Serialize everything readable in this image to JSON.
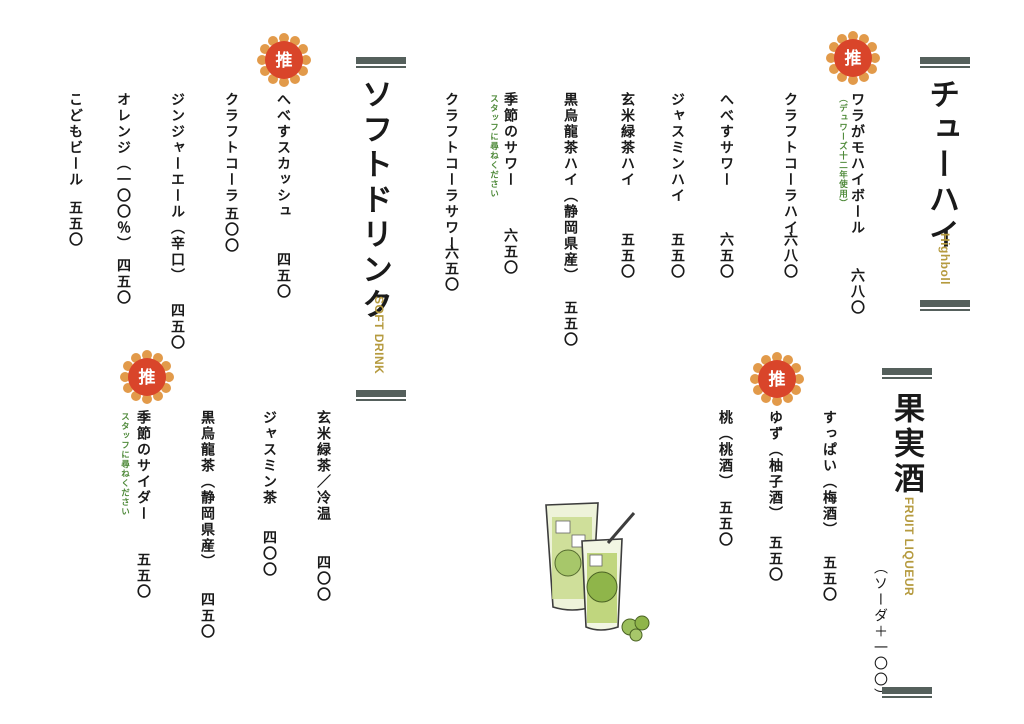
{
  "sections": {
    "chuhai": {
      "title": "チューハイ",
      "subtitle": "Highboll",
      "items": [
        {
          "name": "ワラがモハイボール",
          "price": "六八〇",
          "note": "（デュワーズ十二年使用）"
        },
        {
          "name": "クラフトコーラハイ",
          "price": "六八〇"
        },
        {
          "name": "へべすサワー",
          "price": "六五〇"
        },
        {
          "name": "ジャスミンハイ",
          "price": "五五〇"
        },
        {
          "name": "玄米緑茶ハイ",
          "price": "五五〇"
        },
        {
          "name": "黒烏龍茶ハイ（静岡県産）",
          "price": "五五〇"
        },
        {
          "name": "季節のサワー",
          "price": "六五〇",
          "note": "スタッフに尋ねください"
        },
        {
          "name": "クラフトコーラサワー",
          "price": "六五〇"
        }
      ]
    },
    "fruit": {
      "title": "果実酒",
      "subtitle": "FRUIT LIQUEUR",
      "soda_note": "（ソーダ＋一〇〇）",
      "items": [
        {
          "name": "すっぱい（梅酒）",
          "price": "五五〇"
        },
        {
          "name": "ゆず（柚子酒）",
          "price": "五五〇"
        },
        {
          "name": "桃（桃酒）",
          "price": "五五〇"
        }
      ]
    },
    "soft": {
      "title": "ソフトドリンク",
      "subtitle": "SOFT DRINK",
      "items_top": [
        {
          "name": "へべすスカッシュ",
          "price": "四五〇"
        },
        {
          "name": "クラフトコーラ",
          "price": "五〇〇"
        },
        {
          "name": "ジンジャーエール（辛口）",
          "price": "四五〇"
        },
        {
          "name": "オレンジ（一〇〇％）",
          "price": "四五〇"
        },
        {
          "name": "こどもビール",
          "price": "五五〇"
        }
      ],
      "items_bottom": [
        {
          "name": "玄米緑茶／冷温",
          "price": "四〇〇"
        },
        {
          "name": "ジャスミン茶",
          "price": "四〇〇"
        },
        {
          "name": "黒烏龍茶（静岡県産）",
          "price": "四五〇"
        },
        {
          "name": "季節のサイダー",
          "price": "五五〇",
          "note": "スタッフに尋ねください"
        }
      ]
    }
  },
  "badge": {
    "label": "推",
    "icon": "recommend-badge-icon"
  },
  "illustration": {
    "icon": "glass-drinks-icon"
  },
  "colors": {
    "badge_red": "#d9452a",
    "badge_petal": "#e29a4a",
    "gold": "#b59a3e",
    "bar": "#55605c",
    "note_green": "#4f8a3a"
  }
}
